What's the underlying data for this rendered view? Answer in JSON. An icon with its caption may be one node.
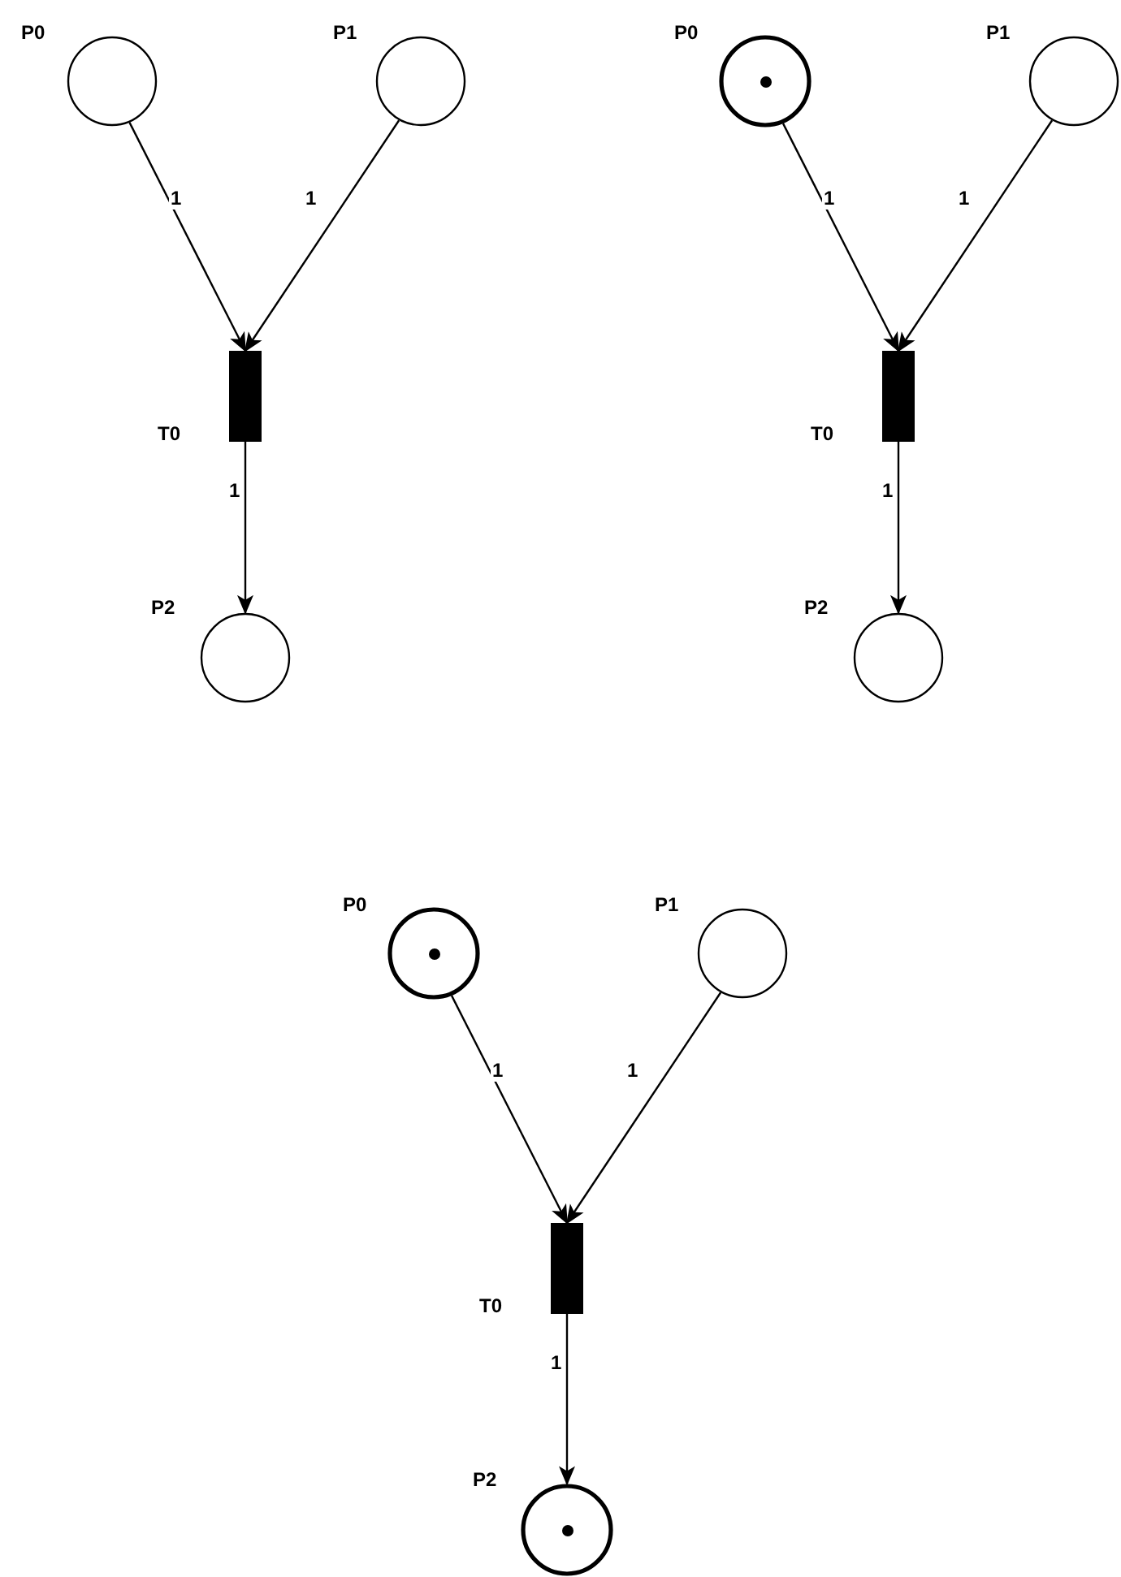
{
  "diagram": {
    "nodes": [
      {
        "text": [
          "P0"
        ]
      },
      {
        "text": [
          "P1"
        ]
      },
      {
        "text": [
          "T0"
        ]
      },
      {
        "text": [
          "P2"
        ]
      },
      {
        "text": [
          "P0"
        ]
      },
      {
        "text": [],
        "shape": "circle",
        "in": 4
      },
      {
        "text": [
          "P1"
        ]
      },
      {
        "text": [
          "T0"
        ]
      },
      {
        "text": [
          "P2"
        ]
      },
      {
        "text": [
          "P0"
        ]
      },
      {
        "text": [],
        "shape": "circle",
        "in": 9
      },
      {
        "text": [
          "P1"
        ]
      },
      {
        "text": [
          "T0"
        ]
      },
      {
        "text": [
          "P2"
        ]
      },
      {
        "text": [],
        "shape": "circle",
        "in": 13
      }
    ],
    "edges": [
      {
        "from": 0,
        "to": 2,
        "arrow": "to",
        "label": "1"
      },
      {
        "from": 1,
        "to": 2,
        "arrow": "to",
        "label": "1"
      },
      {
        "from": 2,
        "to": 3,
        "arrow": "to",
        "label": "1"
      },
      {
        "from": 4,
        "to": 7,
        "arrow": "to",
        "label": "1"
      },
      {
        "from": 6,
        "to": 7,
        "arrow": "to",
        "label": "1"
      },
      {
        "from": 7,
        "to": 8,
        "arrow": "to",
        "label": "1"
      },
      {
        "from": 9,
        "to": 12,
        "arrow": "to",
        "label": "1"
      },
      {
        "from": 11,
        "to": 12,
        "arrow": "to",
        "label": "1"
      },
      {
        "from": 12,
        "to": 13,
        "arrow": "to",
        "label": "1"
      }
    ]
  }
}
